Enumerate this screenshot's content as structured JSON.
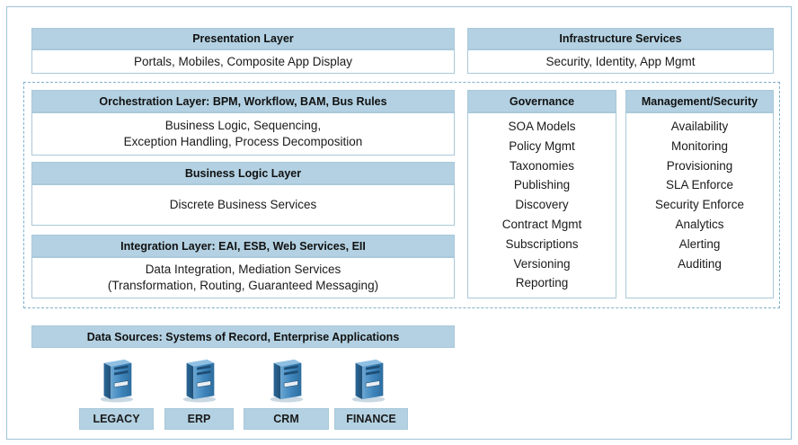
{
  "presentation": {
    "title": "Presentation Layer",
    "body": "Portals, Mobiles, Composite App Display"
  },
  "infrastructure": {
    "title": "Infrastructure Services",
    "body": "Security, Identity, App Mgmt"
  },
  "orchestration": {
    "title": "Orchestration Layer: BPM, Workflow, BAM, Bus Rules",
    "lines": [
      "Business Logic, Sequencing,",
      "Exception Handling, Process Decomposition"
    ]
  },
  "business_logic": {
    "title": "Business Logic Layer",
    "body": "Discrete Business Services"
  },
  "integration": {
    "title": "Integration Layer: EAI, ESB, Web Services, EII",
    "lines": [
      "Data Integration, Mediation Services",
      "(Transformation, Routing, Guaranteed Messaging)"
    ]
  },
  "governance": {
    "title": "Governance",
    "items": [
      "SOA Models",
      "Policy Mgmt",
      "Taxonomies",
      "Publishing",
      "Discovery",
      "Contract Mgmt",
      "Subscriptions",
      "Versioning",
      "Reporting"
    ]
  },
  "management": {
    "title": "Management/Security",
    "items": [
      "Availability",
      "Monitoring",
      "Provisioning",
      "SLA Enforce",
      "Security Enforce",
      "Analytics",
      "Alerting",
      "Auditing"
    ]
  },
  "data_sources": {
    "title": "Data Sources:  Systems of Record, Enterprise Applications",
    "servers": [
      {
        "label": "LEGACY",
        "icon": "server-icon"
      },
      {
        "label": "ERP",
        "icon": "server-icon"
      },
      {
        "label": "CRM",
        "icon": "server-icon"
      },
      {
        "label": "FINANCE",
        "icon": "server-icon"
      }
    ]
  },
  "colors": {
    "header_fill": "#b3d1e2",
    "border": "#a9c9da",
    "dashed_border": "#7fb0cc",
    "server_blue": "#3c7fb4"
  }
}
